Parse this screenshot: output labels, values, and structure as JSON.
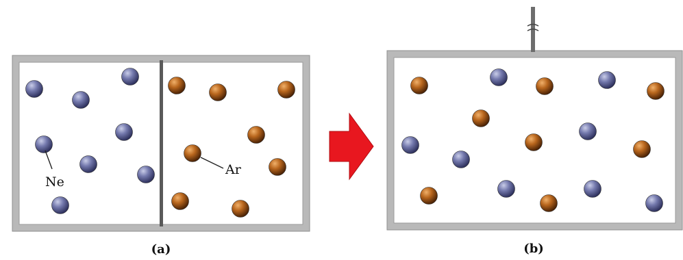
{
  "labels": {
    "panel_a": "(a)",
    "panel_b": "(b)",
    "neon": "Ne",
    "argon": "Ar"
  },
  "colors": {
    "neon": "#5b5f9a",
    "argon": "#b0621c",
    "frame": "#9a9a9a",
    "arrow": "#e8171f"
  },
  "icons": {
    "transition": "right-arrow-icon",
    "valve": "valve-icon"
  }
}
